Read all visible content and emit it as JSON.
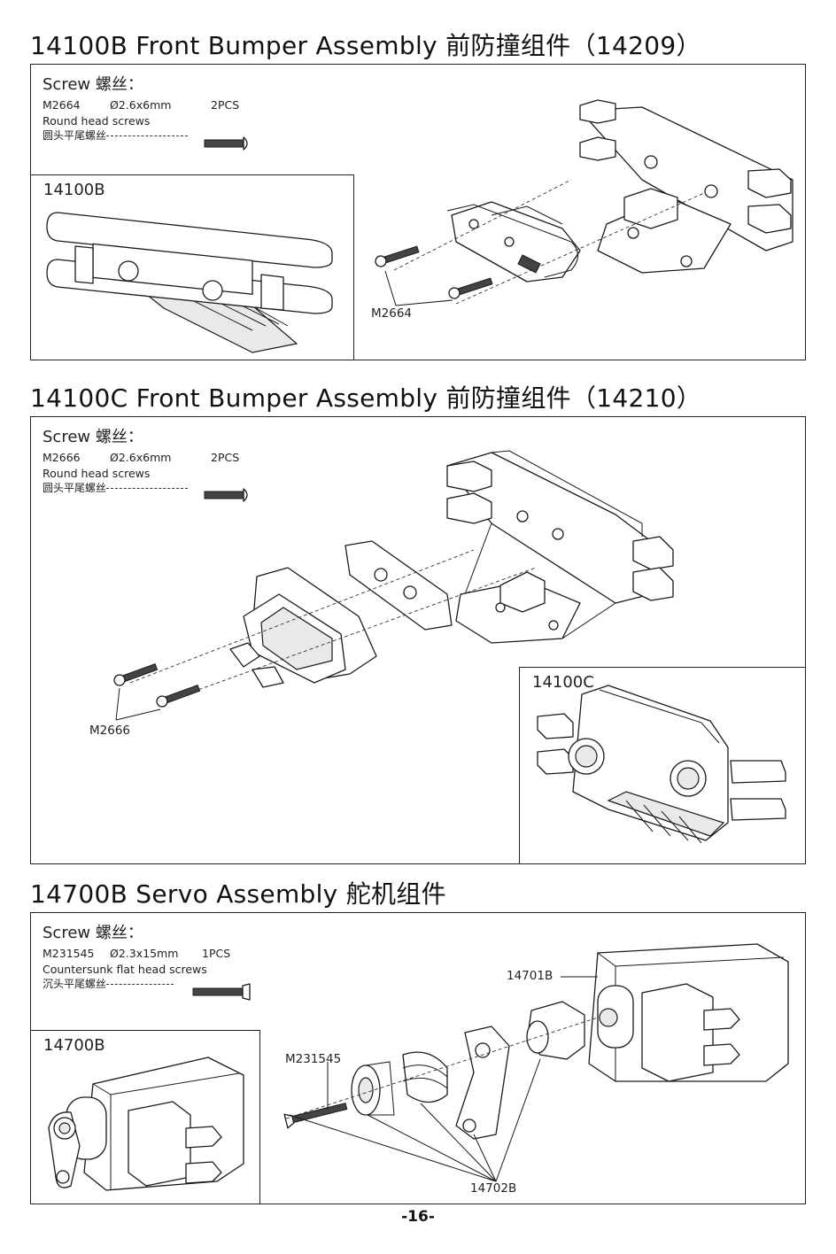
{
  "sections": [
    {
      "title": "14100B Front Bumper Assembly 前防撞组件（14209）",
      "screw_header": "Screw 螺丝：",
      "screw_code": "M2664",
      "screw_size": "Ø2.6x6mm",
      "screw_qty": "2PCS",
      "screw_desc_en": "Round head screws",
      "screw_desc_cn": "圆头平尾螺丝",
      "assembled_label": "14100B",
      "callouts": [
        "M2664"
      ]
    },
    {
      "title": "14100C Front Bumper Assembly 前防撞组件（14210）",
      "screw_header": "Screw 螺丝：",
      "screw_code": "M2666",
      "screw_size": "Ø2.6x6mm",
      "screw_qty": "2PCS",
      "screw_desc_en": "Round head screws",
      "screw_desc_cn": "圆头平尾螺丝",
      "assembled_label": "14100C",
      "callouts": [
        "M2666"
      ]
    },
    {
      "title": "14700B Servo Assembly 舵机组件",
      "screw_header": "Screw 螺丝：",
      "screw_code": "M231545",
      "screw_size": "Ø2.3x15mm",
      "screw_qty": "1PCS",
      "screw_desc_en": "Countersunk flat head screws",
      "screw_desc_cn": "沉头平尾螺丝",
      "assembled_label": "14700B",
      "callouts": [
        "14701B",
        "M231545",
        "14702B"
      ]
    }
  ],
  "page_number": "-16-"
}
